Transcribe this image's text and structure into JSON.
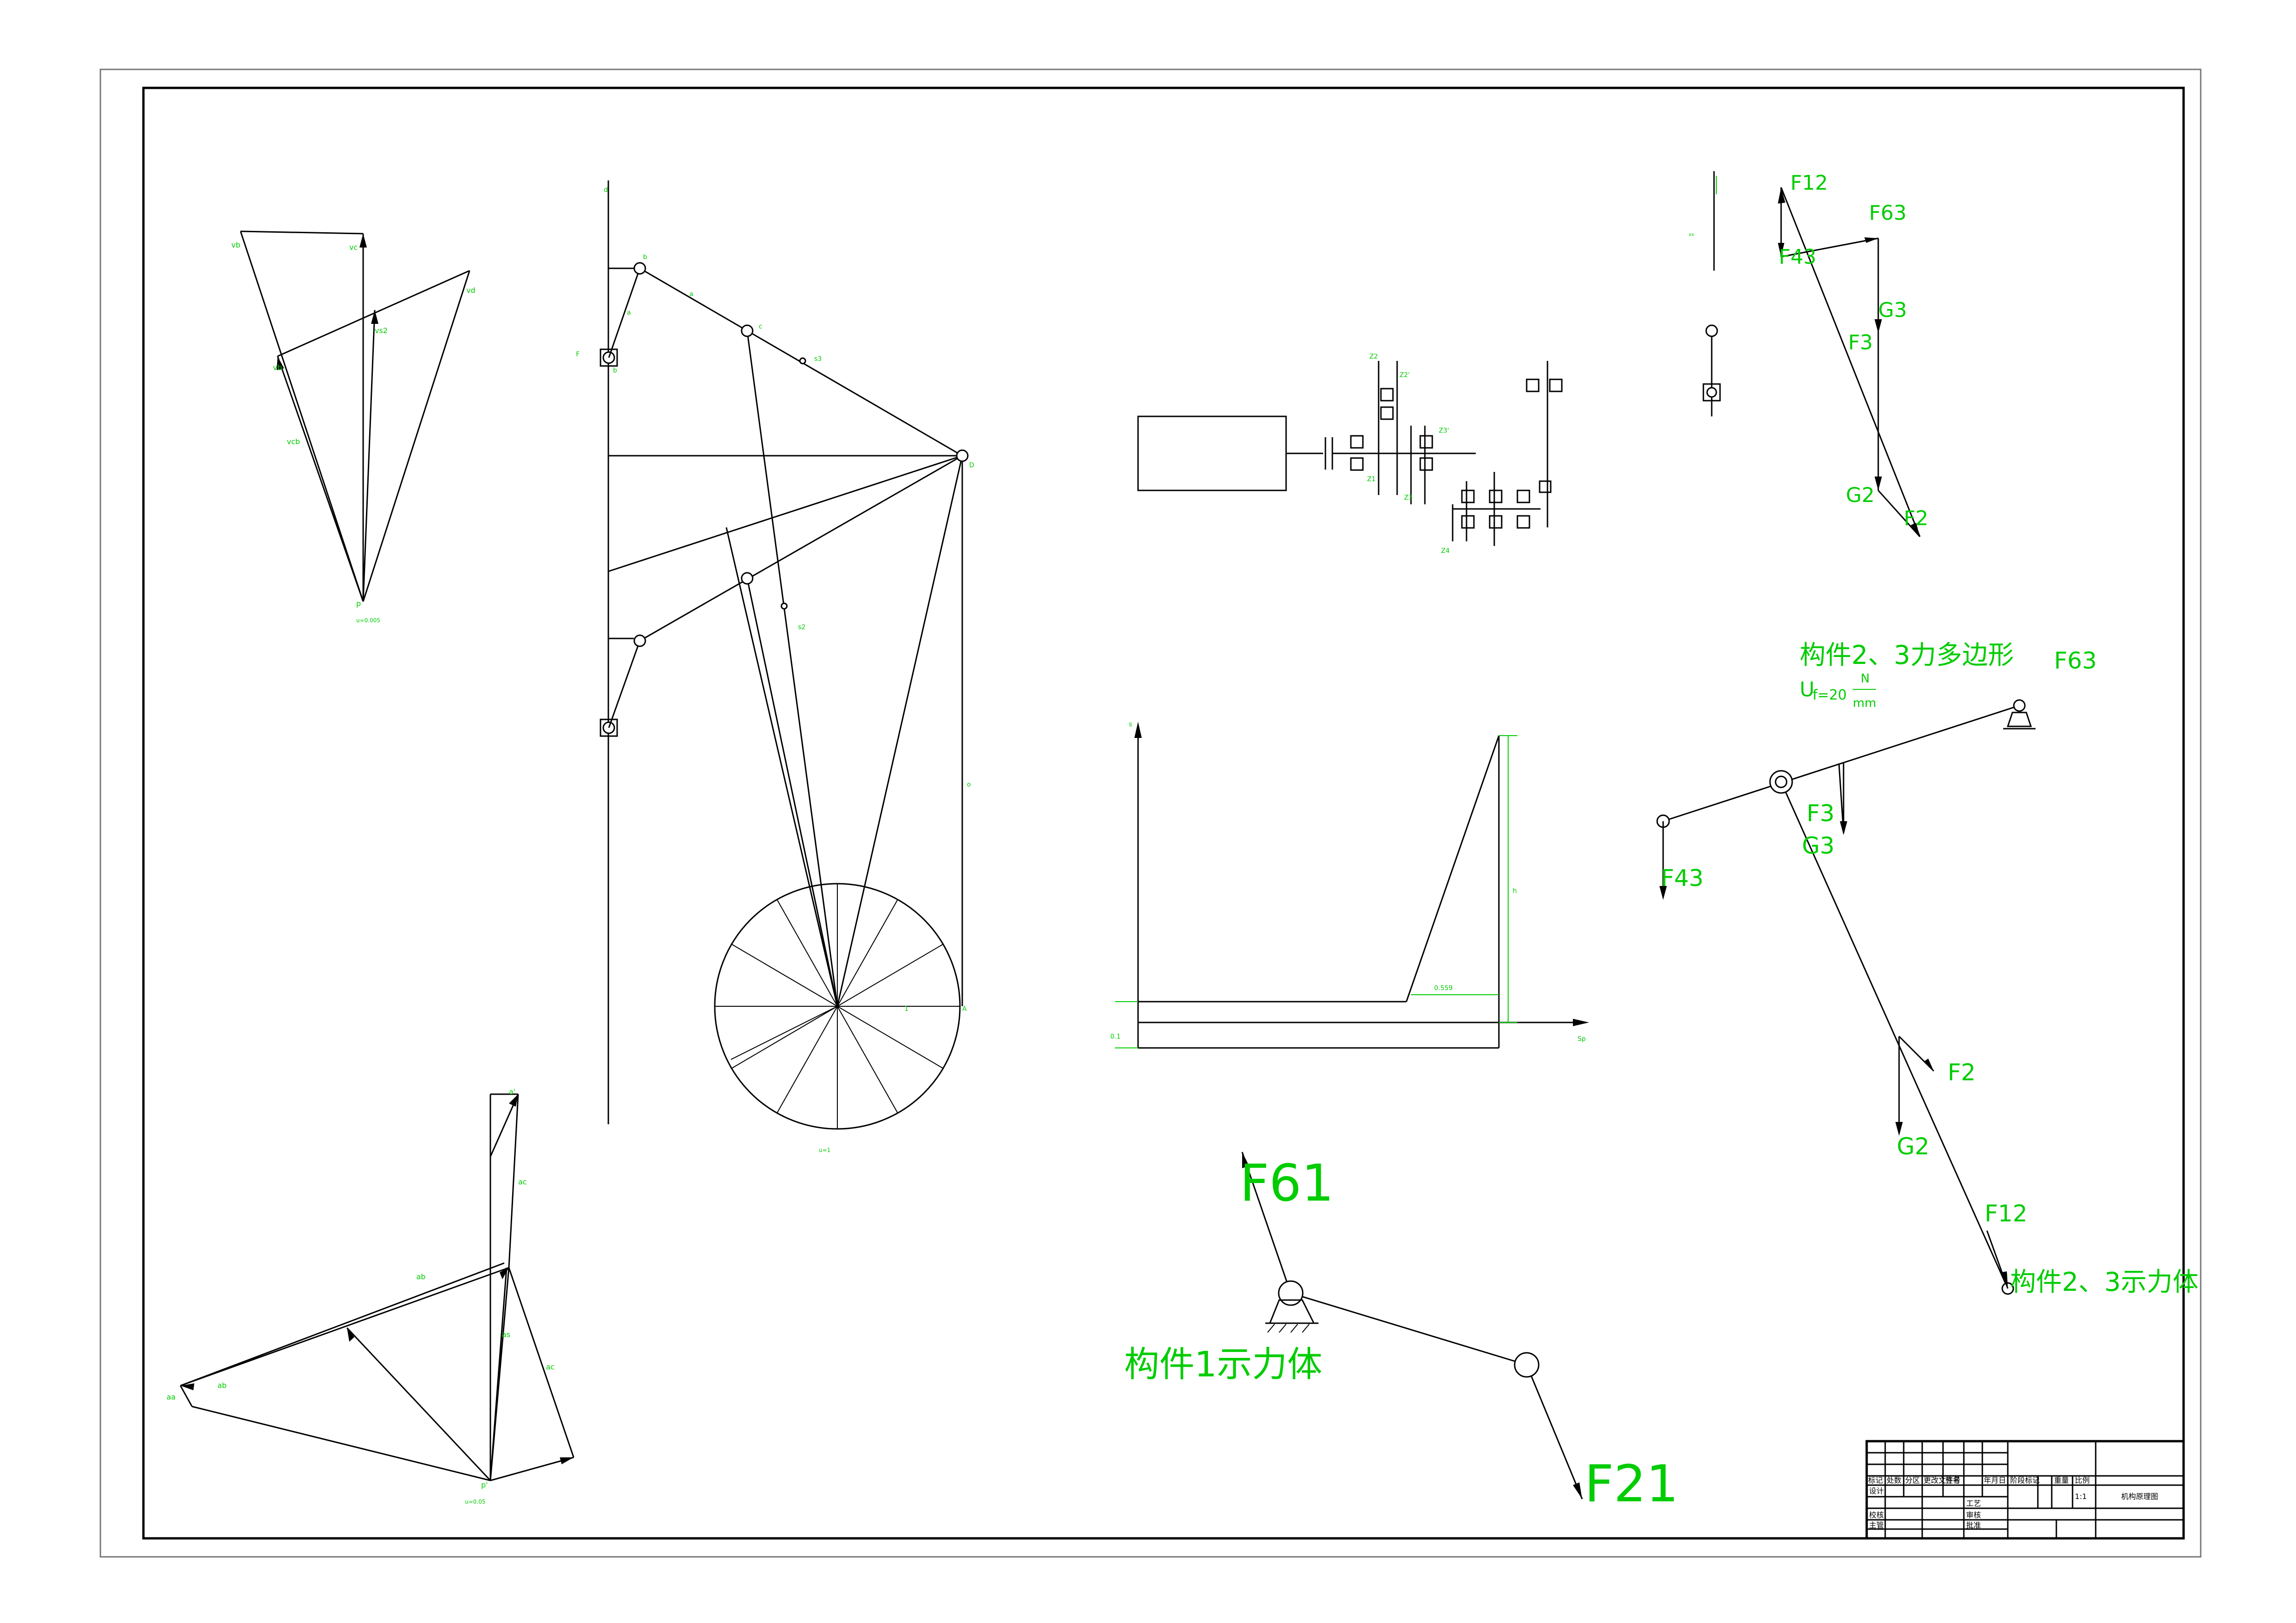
{
  "labels": {
    "F12": "F12",
    "F63": "F63",
    "F43": "F43",
    "G3": "G3",
    "F3": "F3",
    "G2": "G2",
    "F2": "F2",
    "polygon_title": "构件2、3力多边形",
    "scale_u": "U",
    "scale_f": "f=20",
    "scale_num": "N",
    "scale_den": "mm",
    "free_body_23": "构件2、3示力体",
    "free_body_1": "构件1示力体",
    "F61": "F61",
    "F21": "F21"
  },
  "title_block": {
    "drawing_name": "机构原理图",
    "scale_value": "1:1",
    "header_cells": [
      "标记",
      "处数",
      "分区",
      "更改文件号",
      "签名",
      "年月日"
    ],
    "role_cells": [
      "设计",
      "校核",
      "主管"
    ],
    "role_cells_right": [
      "工艺",
      "审核",
      "批准"
    ],
    "col_labels": [
      "阶段标记",
      "重量",
      "比例"
    ]
  },
  "colors": {
    "line": "#000000",
    "annotation": "#00cc00",
    "background": "#ffffff"
  }
}
